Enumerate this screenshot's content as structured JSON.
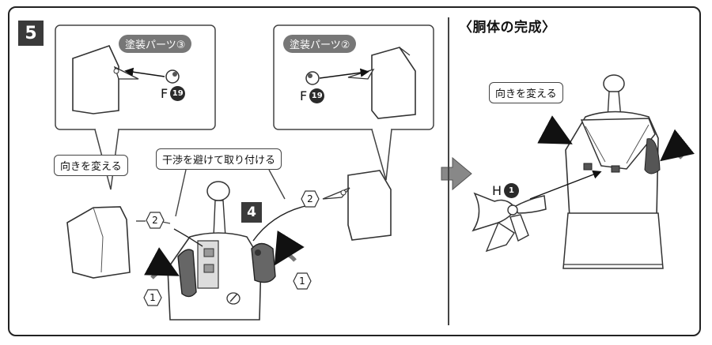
{
  "step_number": "5",
  "sub_step_number": "4",
  "completion_heading": "〈胴体の完成〉",
  "paint_parts_3": "塗装パーツ③",
  "paint_parts_2": "塗装パーツ②",
  "part_f": {
    "letter": "F",
    "number": "19"
  },
  "part_h": {
    "letter": "H",
    "number": "1"
  },
  "change_direction": "向きを変える",
  "avoid_interference": "干渉を避けて取り付ける",
  "step_markers": {
    "one": "1",
    "two": "2"
  }
}
